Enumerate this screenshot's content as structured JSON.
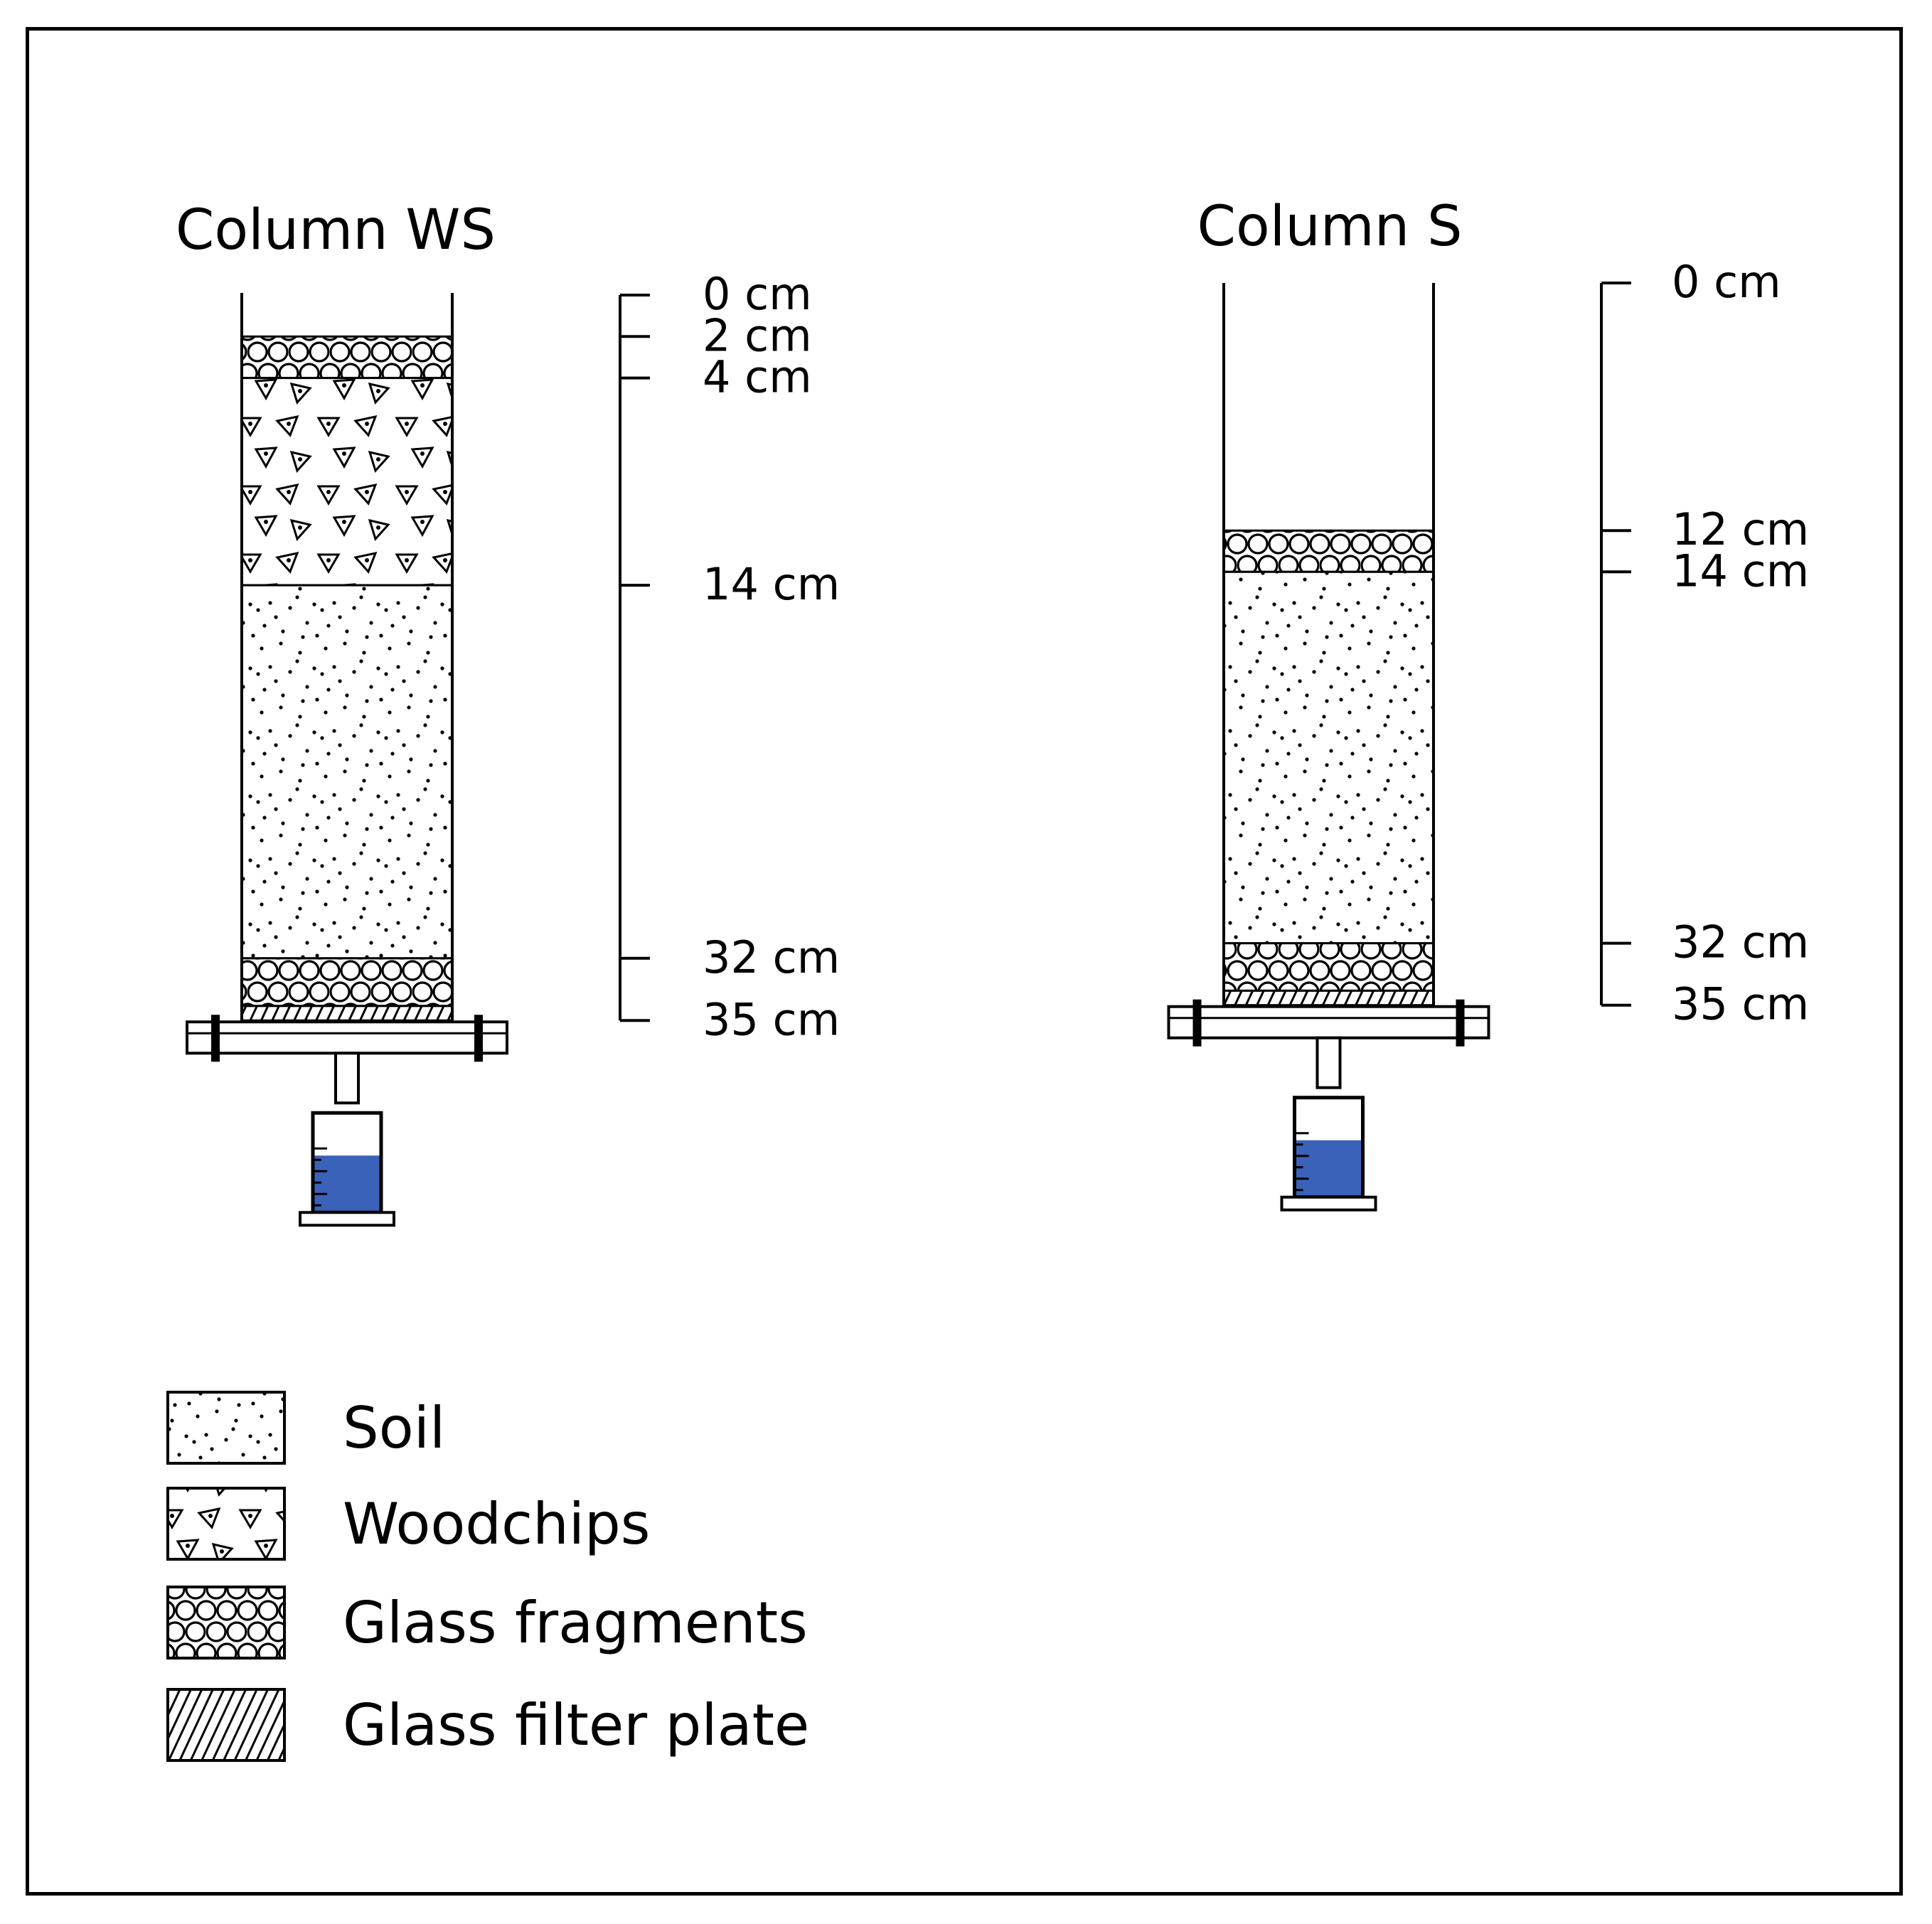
{
  "columns": [
    {
      "title": "Column WS",
      "ticks": [
        {
          "depth": 0,
          "label": "0 cm"
        },
        {
          "depth": 2,
          "label": "2 cm"
        },
        {
          "depth": 4,
          "label": "4 cm"
        },
        {
          "depth": 14,
          "label": "14 cm"
        },
        {
          "depth": 32,
          "label": "32 cm"
        },
        {
          "depth": 35,
          "label": "35 cm"
        }
      ],
      "layers": [
        {
          "material": "glass",
          "from": 2,
          "to": 4
        },
        {
          "material": "woodchips",
          "from": 4,
          "to": 14
        },
        {
          "material": "soil",
          "from": 14,
          "to": 32
        },
        {
          "material": "glass",
          "from": 32,
          "to": 34.3
        },
        {
          "material": "filter",
          "from": 34.3,
          "to": 35
        }
      ]
    },
    {
      "title": "Column S",
      "ticks": [
        {
          "depth": 0,
          "label": "0 cm"
        },
        {
          "depth": 12,
          "label": "12 cm"
        },
        {
          "depth": 14,
          "label": "14 cm"
        },
        {
          "depth": 32,
          "label": "32 cm"
        },
        {
          "depth": 35,
          "label": "35 cm"
        }
      ],
      "layers": [
        {
          "material": "glass",
          "from": 12,
          "to": 14
        },
        {
          "material": "soil",
          "from": 14,
          "to": 32
        },
        {
          "material": "glass",
          "from": 32,
          "to": 34.3
        },
        {
          "material": "filter",
          "from": 34.3,
          "to": 35
        }
      ]
    }
  ],
  "legend": [
    {
      "material": "soil",
      "label": "Soil"
    },
    {
      "material": "woodchips",
      "label": "Woodchips"
    },
    {
      "material": "glass",
      "label": "Glass fragments"
    },
    {
      "material": "filter",
      "label": "Glass filter plate"
    }
  ],
  "colors": {
    "water": "#3a62b8",
    "line": "#000000"
  }
}
